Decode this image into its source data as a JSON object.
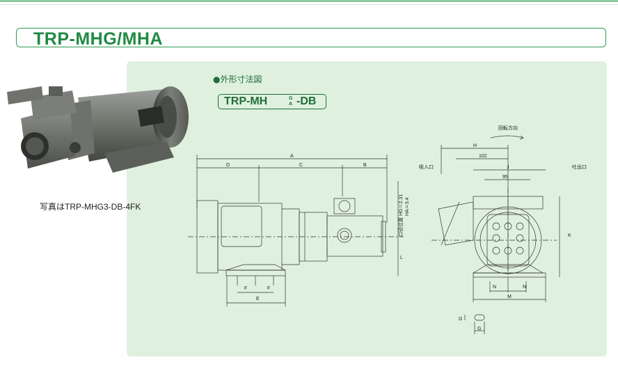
{
  "page": {
    "title": "TRP-MHG/MHA",
    "photo_caption": "写真はTRP-MHG3-DB-4FK"
  },
  "drawing": {
    "section_label": "●外形寸法図",
    "model": {
      "base": "TRP-MH",
      "superscript": "G",
      "subscript": "A",
      "suffix": "-DB"
    },
    "rotation_label": "回転方向",
    "inlet_label": "吸入口",
    "outlet_label": "吐出口",
    "port_position_label": "口径位置",
    "port_values": [
      "HG＝2.31",
      "HA＝3.4"
    ],
    "dims": {
      "A": "A",
      "B": "B",
      "C": "C",
      "D": "D",
      "E": "E",
      "F1": "F",
      "F2": "F",
      "H": "H",
      "J": "J",
      "K": "K",
      "L": "L",
      "M": "M",
      "N1": "N",
      "N2": "N",
      "G1": "G",
      "G2": "G",
      "v102": "102",
      "v95": "95"
    }
  },
  "colors": {
    "brand_green": "#1f8a43",
    "panel_bg": "#dff0df",
    "line": "#333333"
  }
}
